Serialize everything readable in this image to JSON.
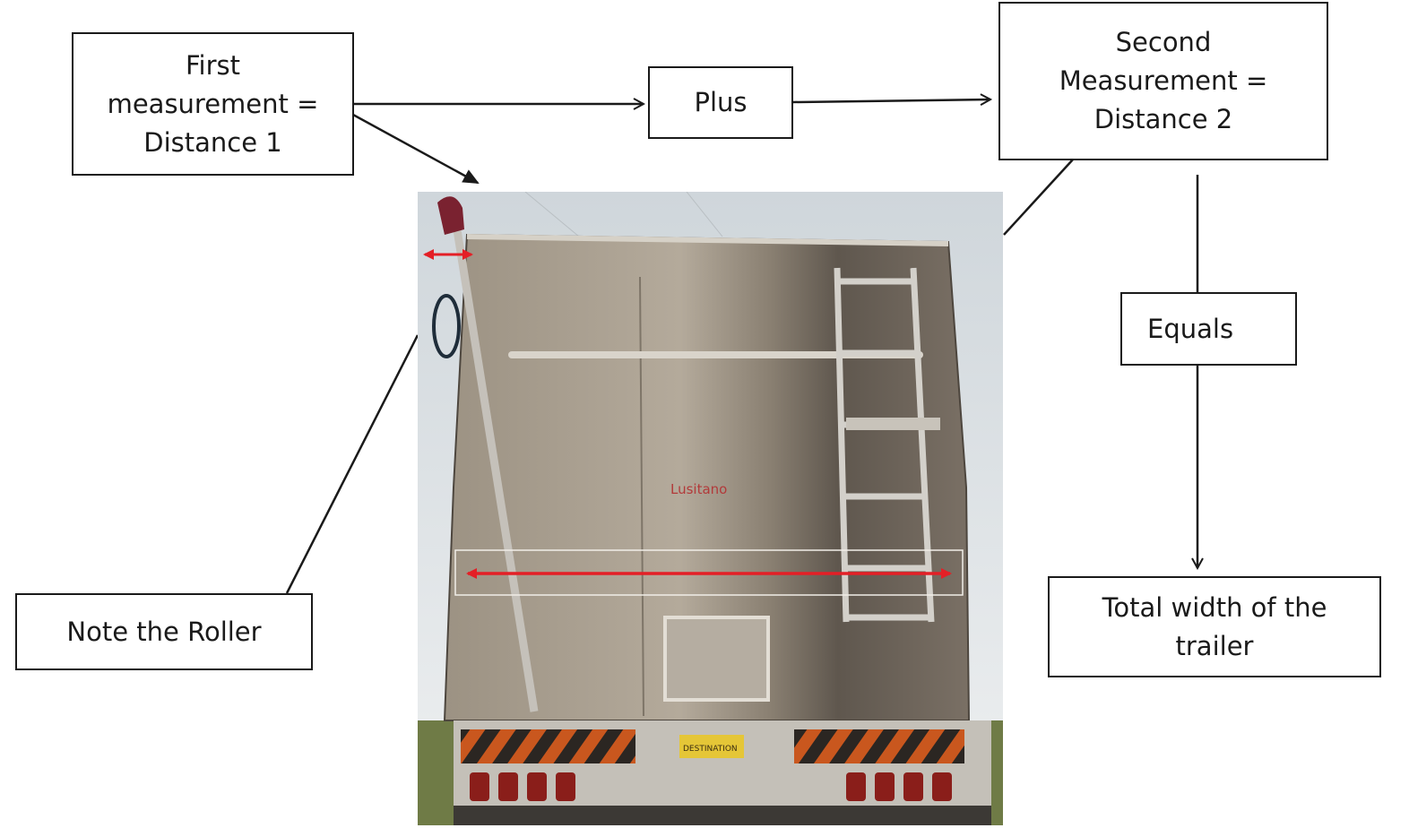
{
  "boxes": {
    "first_measurement": "First measurement = Distance 1",
    "plus": "Plus",
    "second_measurement": "Second Measurement = Distance 2",
    "equals": "Equals",
    "total_width": "Total width of the trailer",
    "note_roller": "Note the Roller"
  },
  "photo": {
    "brand_text": "Lusitano",
    "plate_text": "DESTINATION"
  },
  "colors": {
    "line": "#1a1a1a",
    "measure_arrow": "#e41f26",
    "trailer_body": "#a99f90",
    "sky": "#dfe3e6",
    "grass": "#6f7b46"
  }
}
